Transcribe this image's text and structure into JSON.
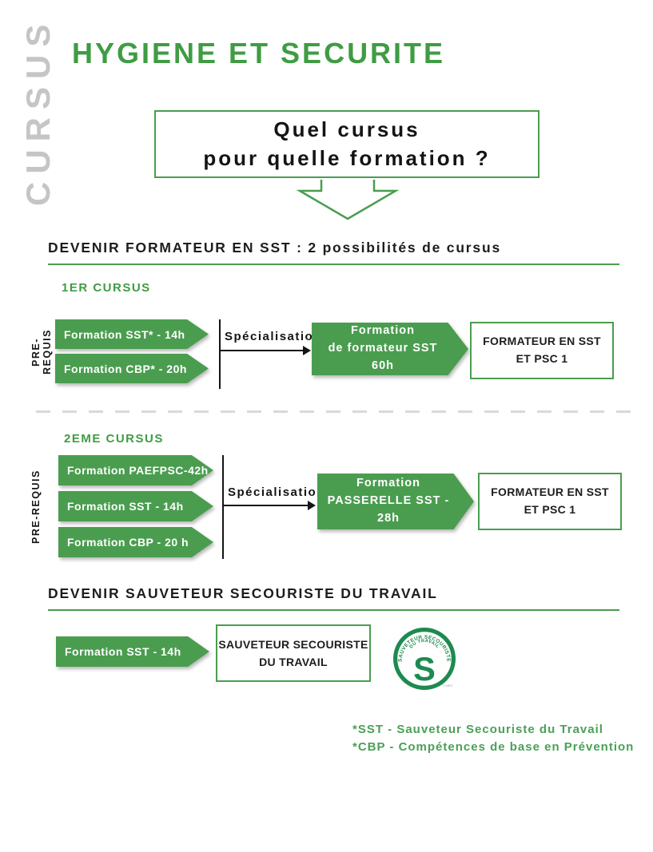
{
  "colors": {
    "green": "#4a9d4f",
    "title_green": "#3f9c43",
    "logo_green": "#1d8a4f",
    "gray_label": "#c5c5c5",
    "ink": "#1d1d1d",
    "divider": "#d9d9d9",
    "footnote_green": "#4aa057"
  },
  "header": {
    "vertical_label": "CURSUS",
    "title": "HYGIENE ET SECURITE",
    "question_line1": "Quel cursus",
    "question_line2": "pour quelle formation ?"
  },
  "formateur": {
    "heading": "DEVENIR FORMATEUR EN SST : 2 possibilités de cursus",
    "cursus1": {
      "label": "1ER CURSUS",
      "prerequis": "PRE-REQUIS",
      "steps": [
        "Formation SST* - 14h",
        "Formation CBP* - 20h"
      ],
      "transition": "Spécialisation",
      "formation_line1": "Formation",
      "formation_line2": "de formateur SST",
      "formation_line3": "60h",
      "outcome_line1": "FORMATEUR EN SST",
      "outcome_line2": "ET PSC 1"
    },
    "cursus2": {
      "label": "2EME CURSUS",
      "prerequis": "PRE-REQUIS",
      "steps": [
        "Formation PAEFPSC-42h",
        "Formation SST - 14h",
        "Formation CBP - 20 h"
      ],
      "transition": "Spécialisation",
      "formation_line1": "Formation",
      "formation_line2": "PASSERELLE SST -",
      "formation_line3": "28h",
      "outcome_line1": "FORMATEUR EN SST",
      "outcome_line2": "ET PSC 1"
    }
  },
  "sauveteur": {
    "heading": "DEVENIR SAUVETEUR SECOURISTE DU TRAVAIL",
    "step": "Formation SST - 14h",
    "outcome_line1": "SAUVETEUR SECOURISTE",
    "outcome_line2": "DU TRAVAIL",
    "logo_arc_top": "SAUVETEUR SECOURISTE",
    "logo_arc_bottom": "DU TRAVAIL",
    "logo_letter": "S",
    "logo_credit": "© INRS"
  },
  "footnotes": {
    "line1": "*SST - Sauveteur Secouriste du Travail",
    "line2": "*CBP - Compétences de base en Prévention"
  }
}
